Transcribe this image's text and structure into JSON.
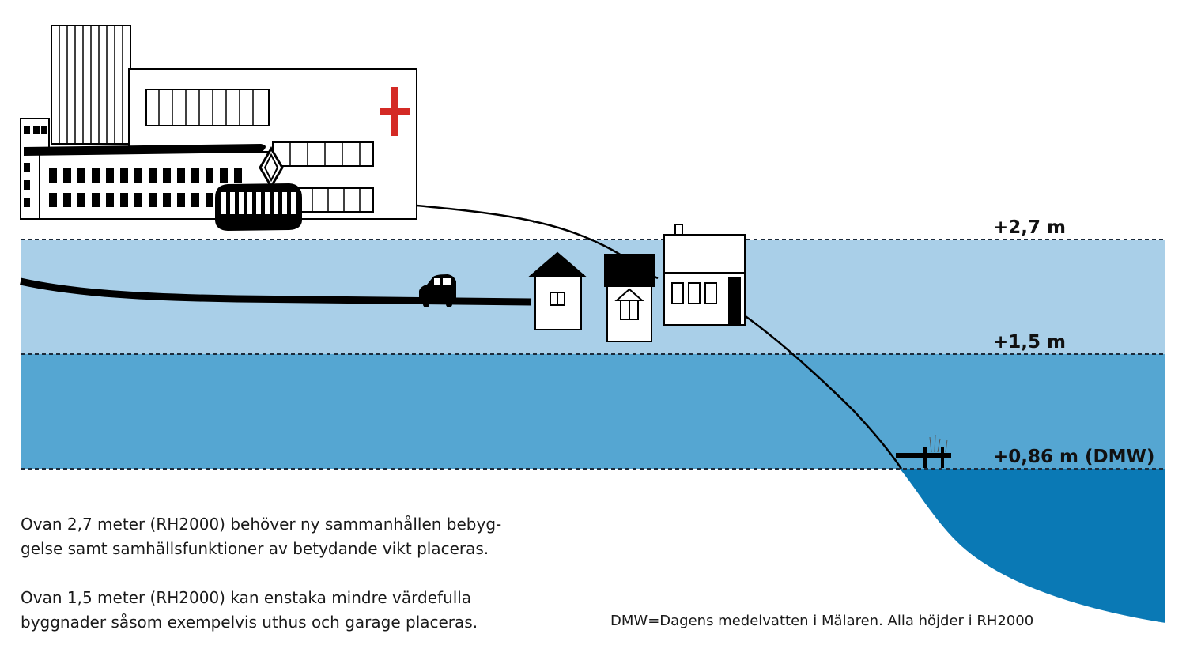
{
  "colors": {
    "zone_upper": "#a9cfe8",
    "zone_lower": "#55a6d2",
    "sea": "#0a79b5",
    "cross": "#d42a25",
    "line": "#000000",
    "dashed": "#1b2a3a"
  },
  "levels": [
    {
      "label": "+2,7 m"
    },
    {
      "label": "+1,5 m"
    },
    {
      "label": "+0,86 m (DMW)"
    }
  ],
  "text": {
    "para1": [
      "Ovan 2,7 meter (RH2000) behöver ny sammanhållen bebyg-",
      "gelse samt samhällsfunktioner av betydande vikt placeras."
    ],
    "para2": [
      "Ovan 1,5 meter (RH2000) kan enstaka mindre värdefulla",
      "byggnader såsom exempelvis uthus och garage placeras."
    ],
    "footnote": "DMW=Dagens medelvatten i Mälaren. Alla höjder i RH2000"
  },
  "icons": [
    "hospital-icon",
    "red-cross-icon",
    "tram-icon",
    "car-icon",
    "house-icon",
    "pier-icon"
  ]
}
